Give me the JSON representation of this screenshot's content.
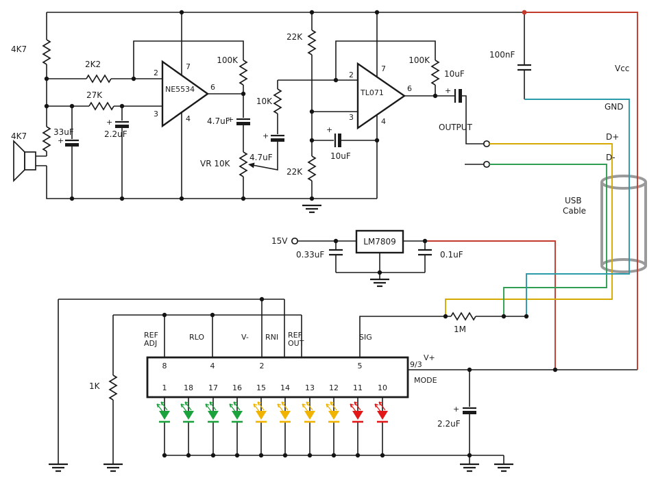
{
  "polarity": "+",
  "preamp": {
    "r_4k7_top": "4K7",
    "r_4k7_bottom": "4K7",
    "r_2k2": "2K2",
    "r_27k": "27K",
    "c_33uf": "33uF",
    "c_2_2uf": "2.2uF",
    "opamp1": {
      "name": "NE5534",
      "pin_inv": "2",
      "pin_noninv": "3",
      "pin_vplus": "7",
      "pin_vminus": "4",
      "pin_out": "6"
    },
    "r_100k_1": "100K",
    "c_4_7uf_1": "4.7uF",
    "vr_10k": "VR 10K",
    "r_10k": "10K",
    "c_4_7uf_2": "4.7uF",
    "r_22k_top": "22K",
    "r_22k_bottom": "22K",
    "opamp2": {
      "name": "TL071",
      "pin_inv": "2",
      "pin_noninv": "3",
      "pin_vplus": "7",
      "pin_vminus": "4",
      "pin_out": "6"
    },
    "r_100k_2": "100K",
    "c_10uf_out": "10uF",
    "c_10uf_fb": "10uF",
    "output_label": "OUTPUT",
    "c_100nf": "100nF"
  },
  "usb": {
    "vcc": "Vcc",
    "gnd": "GND",
    "d_plus": "D+",
    "d_minus": "D-",
    "cable_line1": "USB",
    "cable_line2": "Cable"
  },
  "psu": {
    "input_label": "15V",
    "c_in": "0.33uF",
    "regulator": "LM7809",
    "c_out": "0.1uF"
  },
  "driver": {
    "pin_func_top": {
      "ref_line1": "REF",
      "ref_line2": "ADJ",
      "rlo": "RLO",
      "v_minus": "V-",
      "rni": "RNI",
      "refout_line1": "REF",
      "refout_line2": "OUT",
      "sig": "SIG"
    },
    "pin_nums_top": [
      "8",
      "4",
      "2",
      "5"
    ],
    "pin_nums_bottom": [
      "1",
      "18",
      "17",
      "16",
      "15",
      "14",
      "13",
      "12",
      "11",
      "10"
    ],
    "pin_9_3": "9/3",
    "v_plus": "V+",
    "mode": "MODE",
    "r_1k": "1K",
    "r_1m": "1M",
    "c_2_2uf": "2.2uF"
  },
  "colors": {
    "vcc_wire": "#c3392b",
    "gnd_wire": "#2a9aab",
    "dplus_wire": "#d6a900",
    "dminus_wire": "#2f9e52",
    "cable": "#9a9a9a",
    "led_green": "#1ca23c",
    "led_yellow": "#f0b400",
    "led_red": "#e21717"
  }
}
